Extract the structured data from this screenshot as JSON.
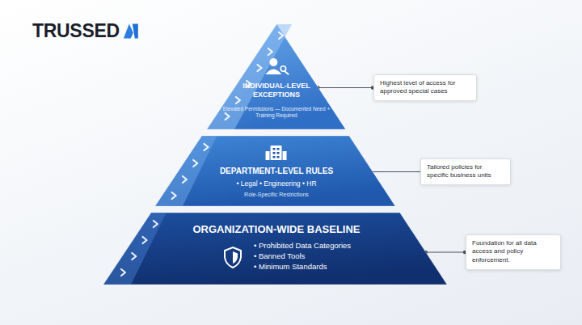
{
  "diagram": {
    "nodes": [
      {
        "text": [
          "INDIVIDUAL-LEVEL EXCEPTIONS",
          "Elevated Permissions — Documented Need + Training Required"
        ]
      },
      {
        "text": [
          "DEPARTMENT-LEVEL RULES",
          "• Legal • Engineering • HR",
          "Role-Specific Restrictions"
        ]
      },
      {
        "text": [
          "ORGANIZATION-WIDE BASELINE",
          "• Prohibited Data Categories",
          "• Banned Tools",
          "• Minimum Standards"
        ]
      },
      {
        "text": [
          "Highest level of access for approved special cases"
        ]
      },
      {
        "text": [
          "Tailored policies for specific business units"
        ]
      },
      {
        "text": [
          "Foundation for all data access and policy enforcement."
        ]
      }
    ],
    "edges": [
      {
        "from": 0,
        "to": 3,
        "arrow": "none"
      },
      {
        "from": 4,
        "to": 1,
        "arrow": "to"
      },
      {
        "from": 2,
        "to": 5,
        "arrow": "none"
      }
    ],
    "labels": [
      "TRUSSED"
    ]
  }
}
